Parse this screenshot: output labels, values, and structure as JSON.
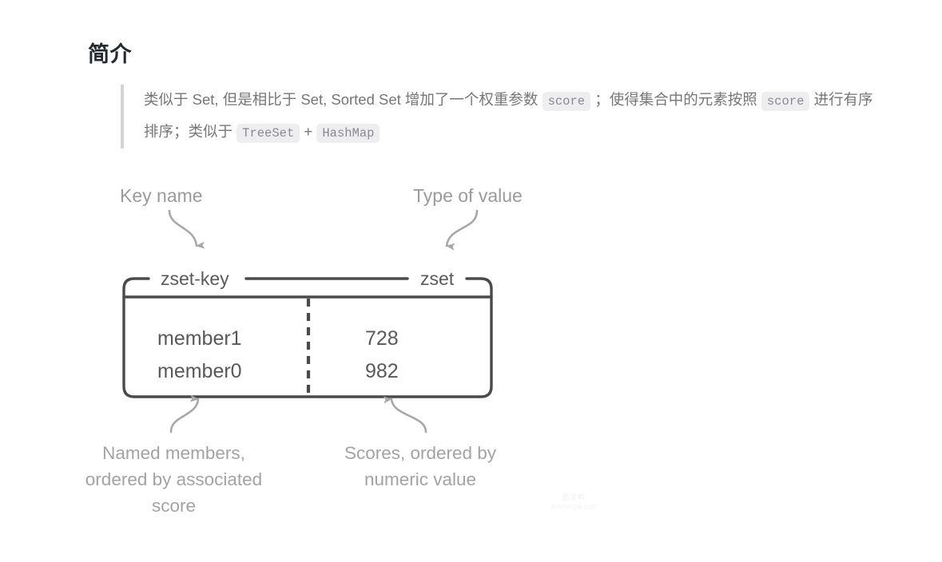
{
  "page": {
    "title": "简介",
    "background_color": "#ffffff"
  },
  "blockquote": {
    "line1": {
      "seg1": "类似于 Set, 但是相比于 Set, Sorted Set 增加了一个权重参数 ",
      "code1": "score",
      "seg2": " ；使得集合中的元素按照 ",
      "code2": "score",
      "seg3": " 进行有序"
    },
    "line2": {
      "seg1": "排序；类似于 ",
      "code1": "TreeSet",
      "seg2": " + ",
      "code2": "HashMap"
    },
    "accent_bar_color": "#d4d4d8",
    "text_color": "#767676",
    "code_background": "#eeeef0"
  },
  "diagram": {
    "callouts": {
      "key_name": "Key name",
      "type_of_value": "Type of value"
    },
    "box": {
      "key_tag": "zset-key",
      "type_tag": "zset",
      "border_color": "#4a4a4a",
      "divider_color": "#4a4a4a",
      "rows": [
        {
          "member": "member1",
          "score": "728"
        },
        {
          "member": "member0",
          "score": "982"
        }
      ]
    },
    "captions": {
      "members": "Named members, ordered by associated score",
      "scores": "Scores, ordered by numeric value"
    },
    "label_color": "#9b9b9b",
    "caption_color": "#a3a3a3",
    "arrow_color": "#a8a8a8"
  },
  "watermark": {
    "name": "面试鸭",
    "site": "mianshiya.com"
  }
}
